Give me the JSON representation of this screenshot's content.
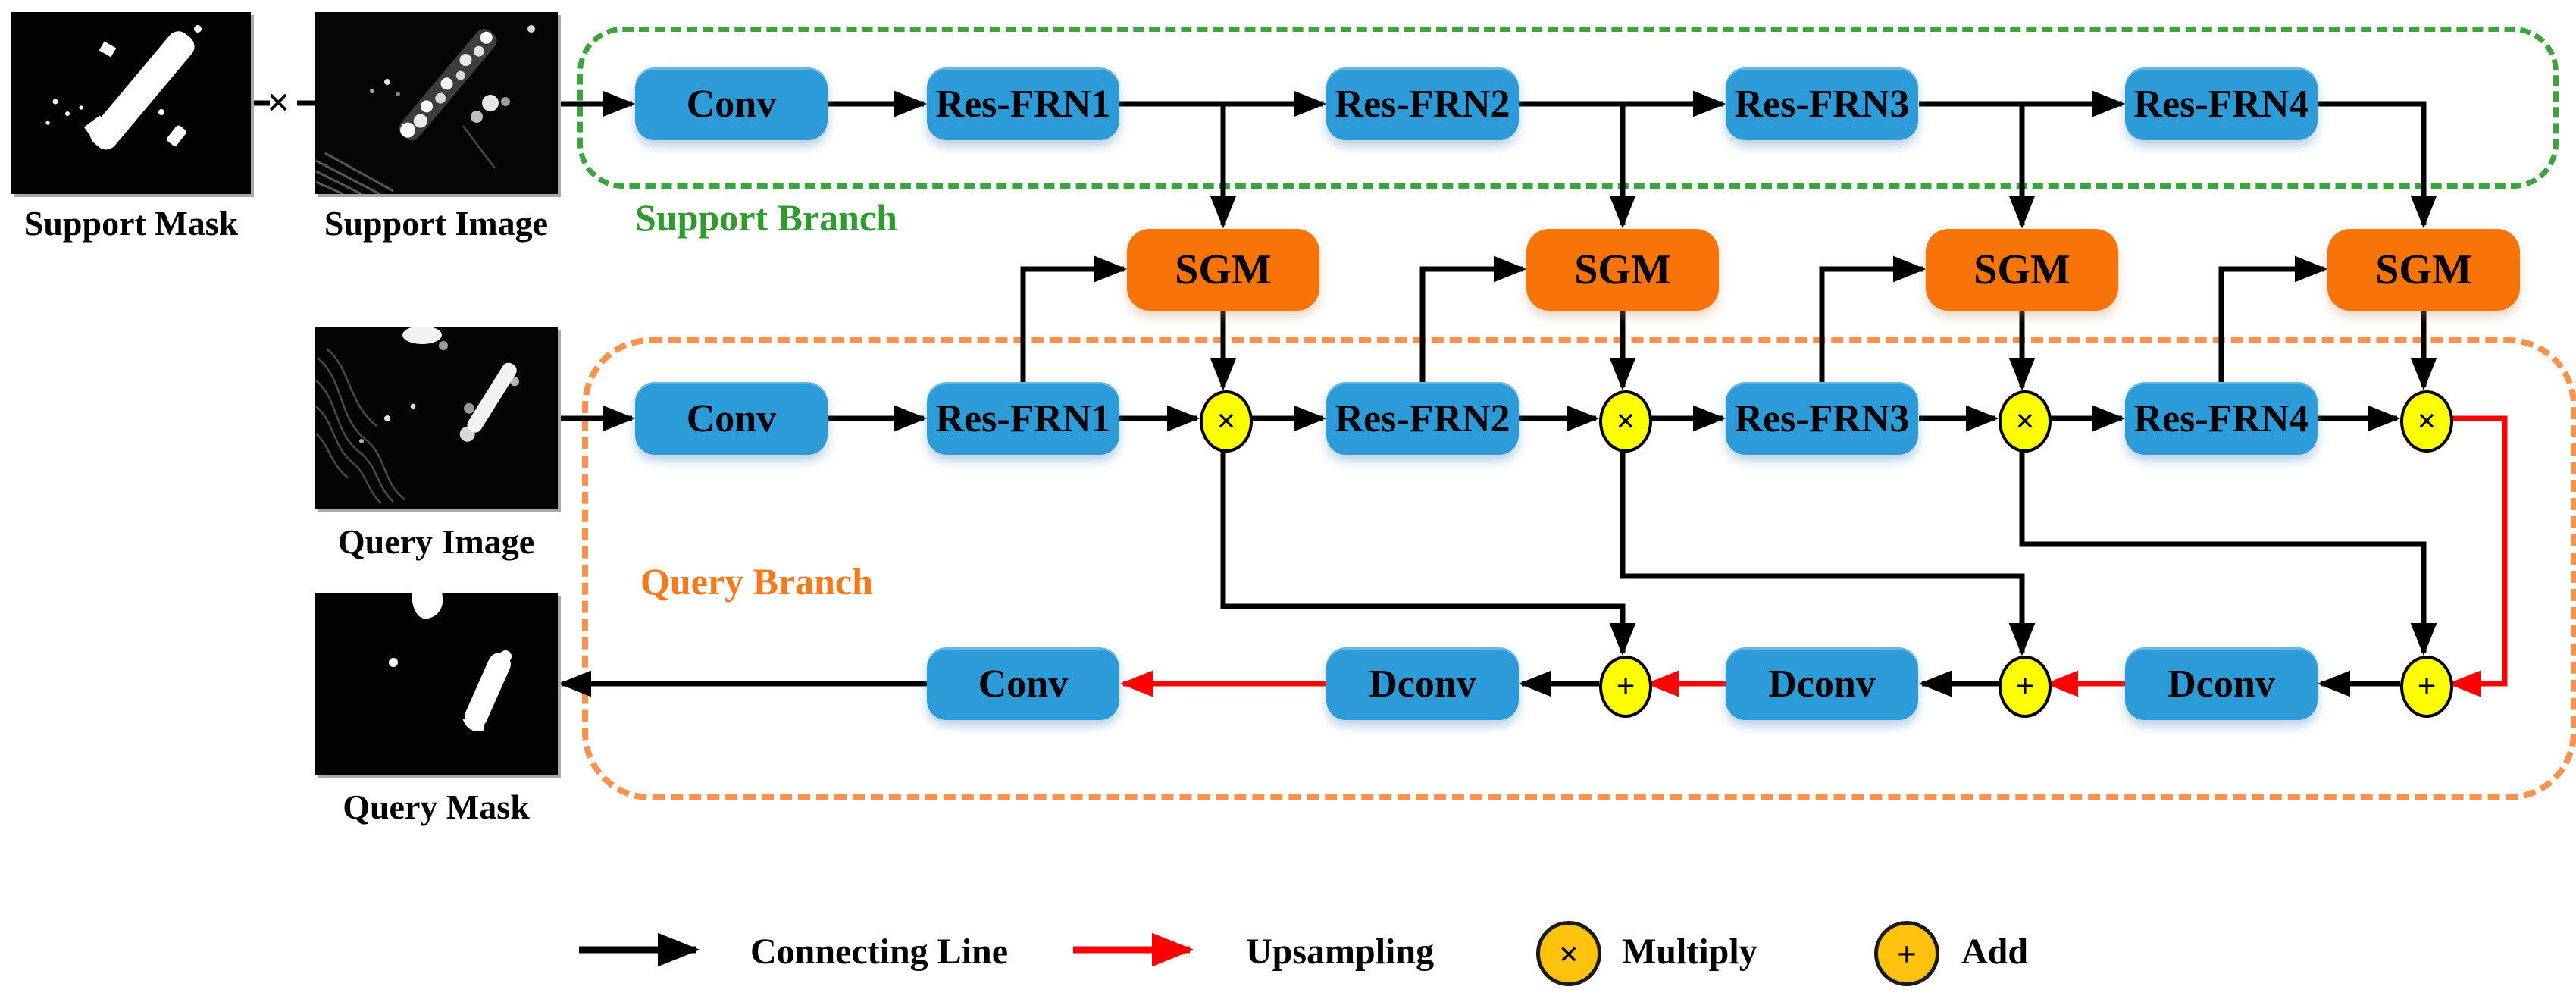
{
  "images": {
    "support_mask": {
      "label": "Support Mask"
    },
    "support_image": {
      "label": "Support Image"
    },
    "query_image": {
      "label": "Query Image"
    },
    "query_mask": {
      "label": "Query Mask"
    }
  },
  "inputs": {
    "multiply_symbol": "×"
  },
  "support_branch": {
    "label": "Support Branch",
    "boxes": [
      "Conv",
      "Res-FRN1",
      "Res-FRN2",
      "Res-FRN3",
      "Res-FRN4"
    ]
  },
  "sgm": {
    "label": "SGM"
  },
  "query_branch": {
    "label": "Query Branch",
    "encoder_boxes": [
      "Conv",
      "Res-FRN1",
      "Res-FRN2",
      "Res-FRN3",
      "Res-FRN4"
    ],
    "decoder_boxes": [
      "Conv",
      "Dconv",
      "Dconv",
      "Dconv"
    ]
  },
  "operators": {
    "multiply": "×",
    "add": "+"
  },
  "legend": {
    "connecting_line": "Connecting Line",
    "upsampling": "Upsampling",
    "multiply": "Multiply",
    "add": "Add"
  },
  "colors": {
    "box_blue": "#2D9BD7",
    "sgm_orange": "#F87409",
    "node_yellow": "#FFFF00",
    "legend_amber": "#FFC20E",
    "support_green": "#3EA23E",
    "query_orange": "#F9924E",
    "upsample_red": "#FE0000",
    "line_black": "#000000"
  }
}
